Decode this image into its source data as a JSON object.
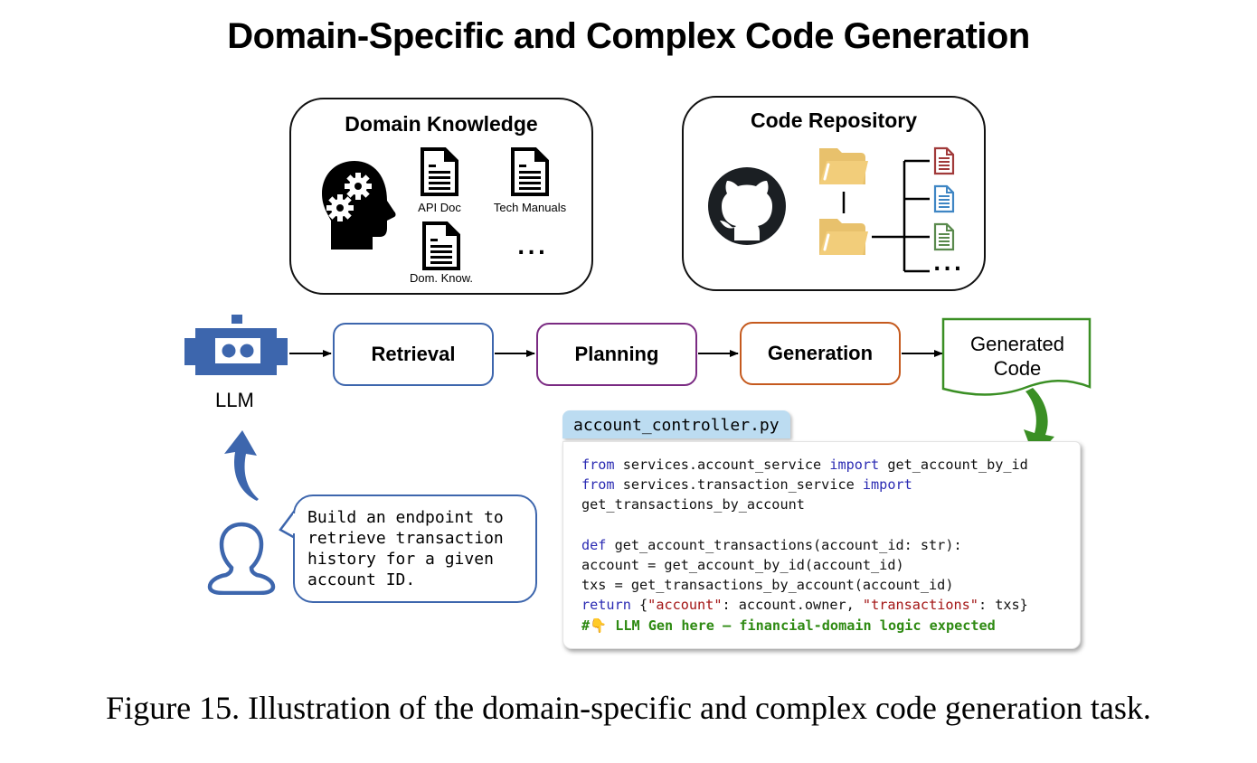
{
  "title": "Domain-Specific and Complex Code Generation",
  "domain_knowledge": {
    "title": "Domain Knowledge",
    "icon": "head-with-gears-icon",
    "docs": [
      {
        "label": "API Doc",
        "icon": "document-icon"
      },
      {
        "label": "Tech Manuals",
        "icon": "document-icon"
      },
      {
        "label": "Dom. Know.",
        "icon": "document-icon"
      }
    ],
    "more": "..."
  },
  "code_repository": {
    "title": "Code Repository",
    "icon": "github-icon",
    "folders": [
      "folder-icon",
      "folder-icon"
    ],
    "files": [
      {
        "icon": "file-icon",
        "color": "#a13a3a"
      },
      {
        "icon": "file-icon",
        "color": "#3f86c4"
      },
      {
        "icon": "file-icon",
        "color": "#5a8a4d"
      }
    ],
    "more": "..."
  },
  "pipeline": {
    "llm_label": "LLM",
    "stages": [
      {
        "label": "Retrieval",
        "color": "#3d66ad"
      },
      {
        "label": "Planning",
        "color": "#7a2a82"
      },
      {
        "label": "Generation",
        "color": "#c55a1e"
      }
    ],
    "output": {
      "label_line1": "Generated",
      "label_line2": "Code",
      "color": "#3a8f24"
    }
  },
  "user": {
    "icon": "user-icon",
    "request": "Build an endpoint to\nretrieve transaction\nhistory for a given\naccount ID."
  },
  "code_file": {
    "filename": "account_controller.py",
    "lines": [
      [
        {
          "t": "from",
          "c": "kw"
        },
        {
          "t": " services.account_service ",
          "c": ""
        },
        {
          "t": "import",
          "c": "kw"
        },
        {
          "t": " get_account_by_id",
          "c": ""
        }
      ],
      [
        {
          "t": "from",
          "c": "kw"
        },
        {
          "t": " services.transaction_service ",
          "c": ""
        },
        {
          "t": "import",
          "c": "kw"
        }
      ],
      [
        {
          "t": "get_transactions_by_account",
          "c": ""
        }
      ],
      [
        {
          "t": "",
          "c": ""
        }
      ],
      [
        {
          "t": "def",
          "c": "kw"
        },
        {
          "t": " get_account_transactions(account_id: str):",
          "c": ""
        }
      ],
      [
        {
          "t": "account = get_account_by_id(account_id)",
          "c": ""
        }
      ],
      [
        {
          "t": "txs = get_transactions_by_account(account_id)",
          "c": ""
        }
      ],
      [
        {
          "t": "return",
          "c": "kw"
        },
        {
          "t": " {",
          "c": ""
        },
        {
          "t": "\"account\"",
          "c": "str"
        },
        {
          "t": ": account.owner, ",
          "c": ""
        },
        {
          "t": "\"transactions\"",
          "c": "str"
        },
        {
          "t": ": txs}",
          "c": ""
        }
      ],
      [
        {
          "t": "#👇 LLM Gen here – financial-domain logic expected",
          "c": "cm"
        }
      ]
    ]
  },
  "caption": "Figure 15. Illustration of the domain-specific and complex code generation task."
}
